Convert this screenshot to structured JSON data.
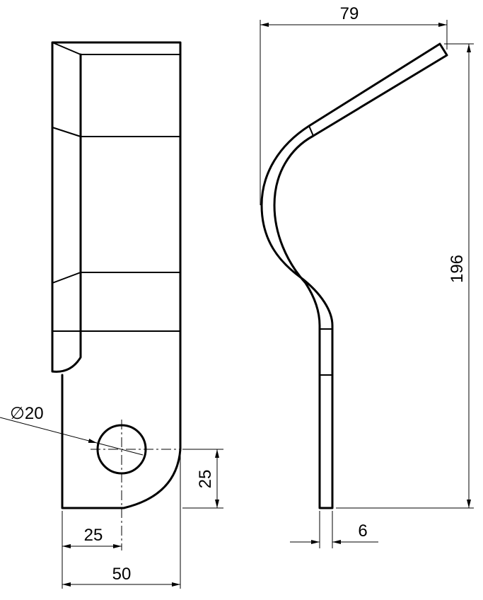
{
  "drawing": {
    "front_view": {
      "dimensions": {
        "hole_diameter": "∅20",
        "hole_offset_horizontal": "25",
        "hole_offset_vertical": "25",
        "width": "50"
      }
    },
    "side_view": {
      "dimensions": {
        "horizontal_extent": "79",
        "height": "196",
        "thickness": "6"
      }
    }
  }
}
